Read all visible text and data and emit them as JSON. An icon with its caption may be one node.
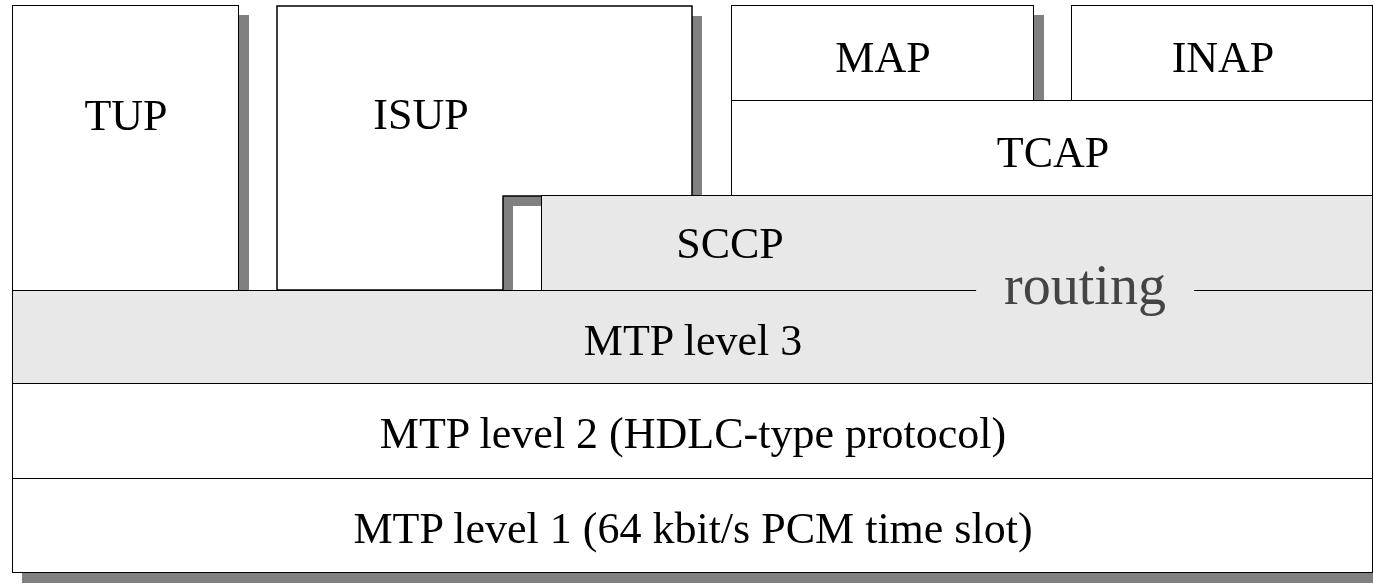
{
  "diagram": {
    "nodes": [
      {
        "text": [
          "TUP"
        ]
      },
      {
        "text": [
          "ISUP"
        ]
      },
      {
        "text": [
          "MAP"
        ]
      },
      {
        "text": [
          "INAP"
        ]
      },
      {
        "text": [
          "TCAP"
        ]
      },
      {
        "text": [
          "SCCP"
        ]
      },
      {
        "text": [
          "MTP level 3"
        ]
      },
      {
        "text": [
          "MTP level 2 (HDLC-type protocol)"
        ]
      },
      {
        "text": [
          "MTP level 1 (64 kbit/s PCM time slot)"
        ]
      }
    ],
    "labels": [
      "routing"
    ]
  }
}
